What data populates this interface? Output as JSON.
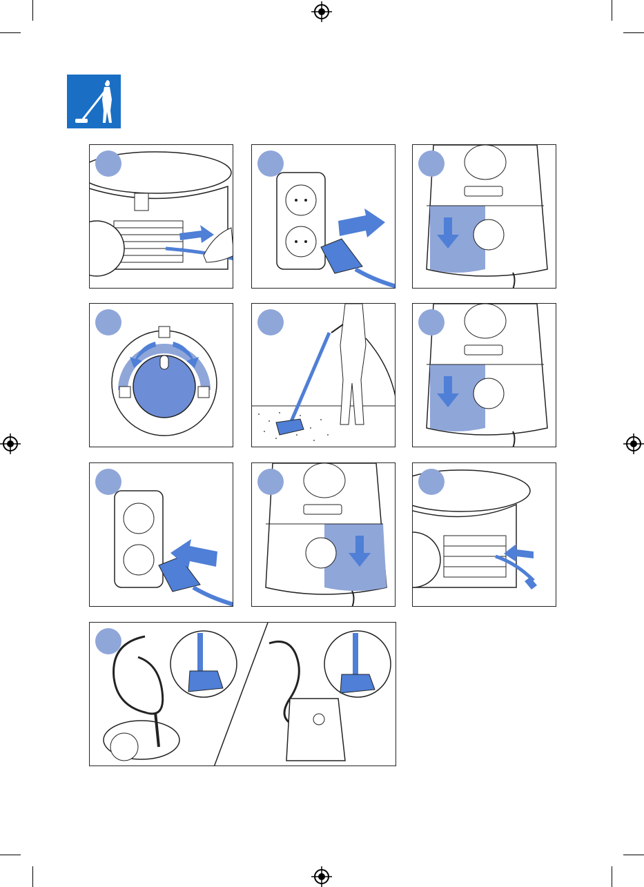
{
  "page": {
    "header_icon": "vacuum-user-icon",
    "steps": [
      {
        "id": 1,
        "icon": "pull-cord-icon"
      },
      {
        "id": 2,
        "icon": "plug-in-icon"
      },
      {
        "id": 3,
        "icon": "power-on-icon"
      },
      {
        "id": 4,
        "icon": "suction-dial-icon"
      },
      {
        "id": 5,
        "icon": "vacuuming-icon"
      },
      {
        "id": 6,
        "icon": "power-off-icon"
      },
      {
        "id": 7,
        "icon": "unplug-icon"
      },
      {
        "id": 8,
        "icon": "cord-rewind-button-icon"
      },
      {
        "id": 9,
        "icon": "cord-rewind-icon"
      },
      {
        "id": 10,
        "icon": "parking-position-icon"
      }
    ]
  },
  "colors": {
    "brand_blue": "#1a6fc4",
    "accent_blue": "#4f7fd6",
    "light_blue": "#8fa6d9",
    "outline": "#222222"
  }
}
